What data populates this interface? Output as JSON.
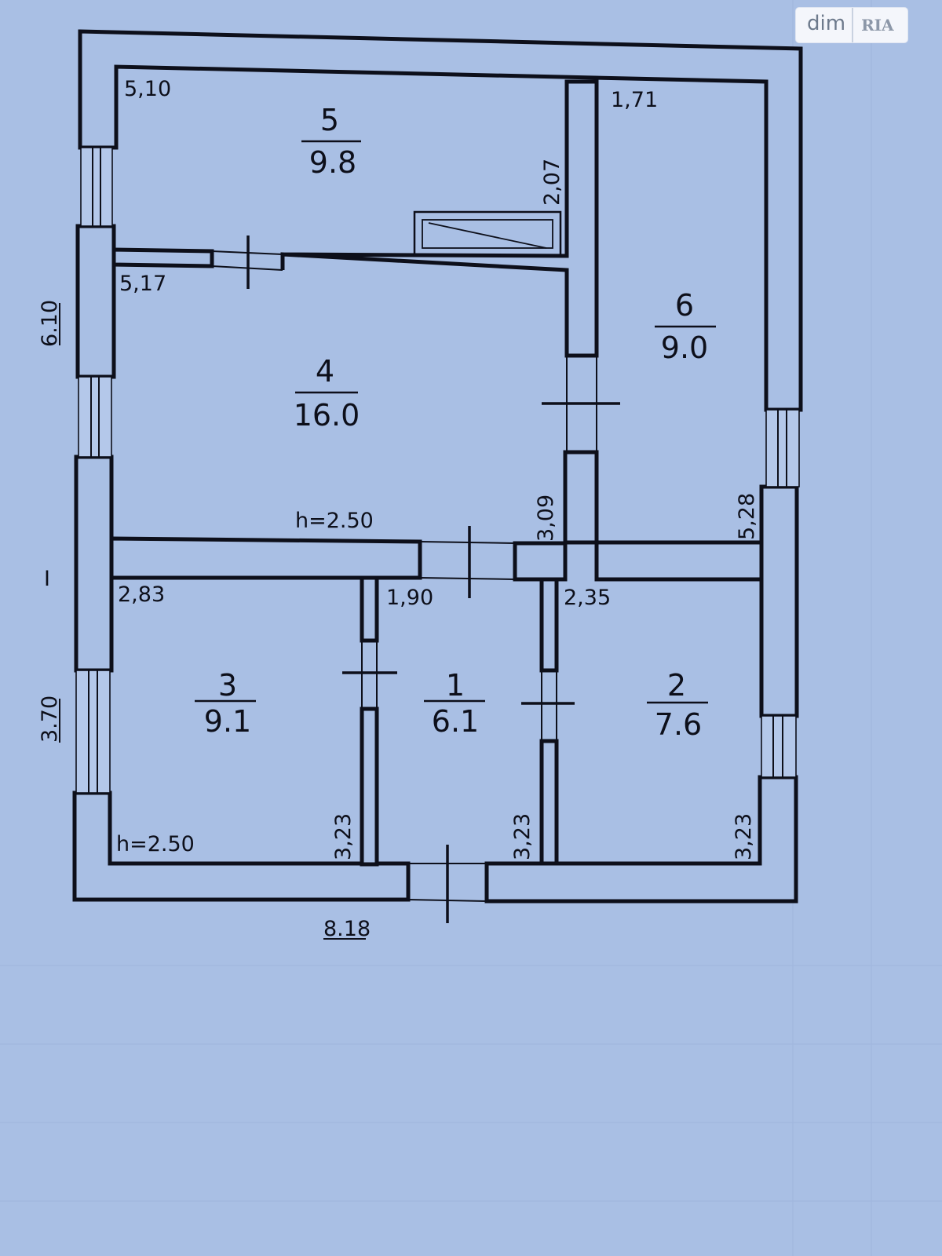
{
  "brand": {
    "site": "dim",
    "partner": "RIA"
  },
  "rooms": [
    {
      "number": "5",
      "area": "9.8"
    },
    {
      "number": "6",
      "area": "9.0"
    },
    {
      "number": "4",
      "area": "16.0"
    },
    {
      "number": "3",
      "area": "9.1"
    },
    {
      "number": "1",
      "area": "6.1"
    },
    {
      "number": "2",
      "area": "7.6"
    }
  ],
  "dimensions": {
    "room5_width": "5,10",
    "room5_depth": "2,07",
    "room6_width": "1,71",
    "room6_depth": "5,28",
    "room4_width": "5,17",
    "room4_depth": "3,09",
    "room3_width": "2,83",
    "room3_depth": "3,23",
    "room1_width": "1,90",
    "room1_depth": "3,23",
    "room2_width": "2,35",
    "room2_depth": "3,23",
    "overall_width": "8.18",
    "upper_depth": "6.10",
    "lower_depth": "3.70",
    "section_mark": "I"
  },
  "ceiling_heights": {
    "upper": "h=2.50",
    "lower": "h=2.50"
  }
}
